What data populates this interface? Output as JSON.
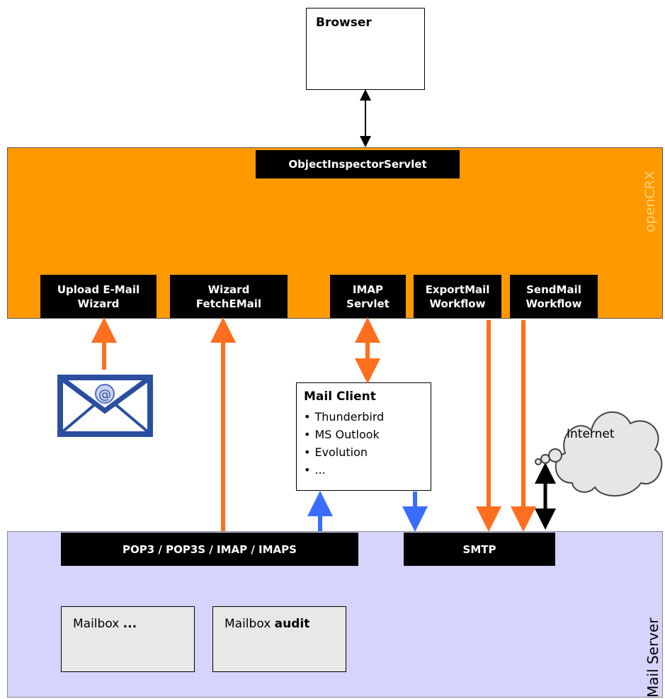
{
  "browser": {
    "label": "Browser"
  },
  "opencrx": {
    "label": "openCRX",
    "servlet": "ObjectInspectorServlet",
    "components": [
      "Upload E-Mail\nWizard",
      "Wizard\nFetchEMail",
      "IMAP\nServlet",
      "ExportMail\nWorkflow",
      "SendMail\nWorkflow"
    ]
  },
  "mail_client": {
    "title": "Mail Client",
    "items": [
      "Thunderbird",
      "MS Outlook",
      "Evolution",
      "..."
    ]
  },
  "internet": {
    "label": "Internet"
  },
  "mail_server": {
    "label": "Mail Server",
    "protocols": "POP3 / POP3S / IMAP / IMAPS",
    "smtp": "SMTP",
    "mailbox1_prefix": "Mailbox ",
    "mailbox1_bold": "...",
    "mailbox2_prefix": "Mailbox ",
    "mailbox2_bold": "audit"
  },
  "colors": {
    "crx": "#ff9900",
    "server": "#d4d4fc",
    "orange_arrow": "#ff6f1f",
    "blue_arrow": "#3a6dff",
    "envelope": "#2a4fa0"
  }
}
